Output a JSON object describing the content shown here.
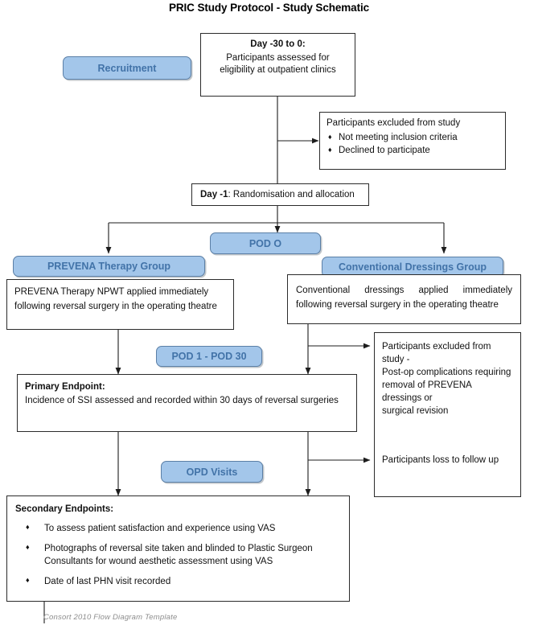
{
  "title": "PRIC Study Protocol - Study Schematic",
  "stages": {
    "recruitment": "Recruitment",
    "pod0": "POD O",
    "prevena_group": "PREVENA Therapy Group",
    "conventional_group": "Conventional Dressings Group",
    "pod1_30": "POD 1 - POD 30",
    "opd_visits": "OPD Visits"
  },
  "boxes": {
    "screening": {
      "heading": "Day -30 to 0:",
      "line1": "Participants assessed for",
      "line2": "eligibility at outpatient clinics"
    },
    "excluded_screening": {
      "heading": "Participants excluded from study",
      "items": [
        "Not meeting inclusion criteria",
        "Declined to participate"
      ]
    },
    "randomisation": {
      "bold": "Day -1",
      "rest": ": Randomisation and allocation"
    },
    "prevena_detail": "PREVENA Therapy NPWT applied immediately following reversal surgery in the operating theatre",
    "conventional_detail": "Conventional dressings applied immediately following reversal surgery in the operating theatre",
    "primary_endpoint": {
      "heading": "Primary Endpoint:",
      "body": "Incidence of SSI assessed and recorded within 30 days of reversal surgeries"
    },
    "excluded_postop": {
      "line1": "Participants excluded from study  -",
      "line2": "Post-op complications requiring",
      "line3": "removal of PREVENA dressings or",
      "line4": "surgical revision",
      "loss": "Participants loss to follow up"
    },
    "secondary_endpoints": {
      "heading": "Secondary Endpoints:",
      "items": [
        "To assess patient satisfaction and experience using VAS",
        "Photographs of reversal site taken and blinded to Plastic Surgeon Consultants for wound aesthetic assessment using VAS",
        "Date of last PHN visit recorded"
      ]
    }
  },
  "bullet_glyph": "♦",
  "footer": "Consort 2010 Flow Diagram Template",
  "colors": {
    "pill_fill": "#a3c6ea",
    "pill_border": "#5b7fa6",
    "pill_text": "#4273a8",
    "box_border": "#2b2b2b",
    "footer_text": "#8d8d8d"
  }
}
